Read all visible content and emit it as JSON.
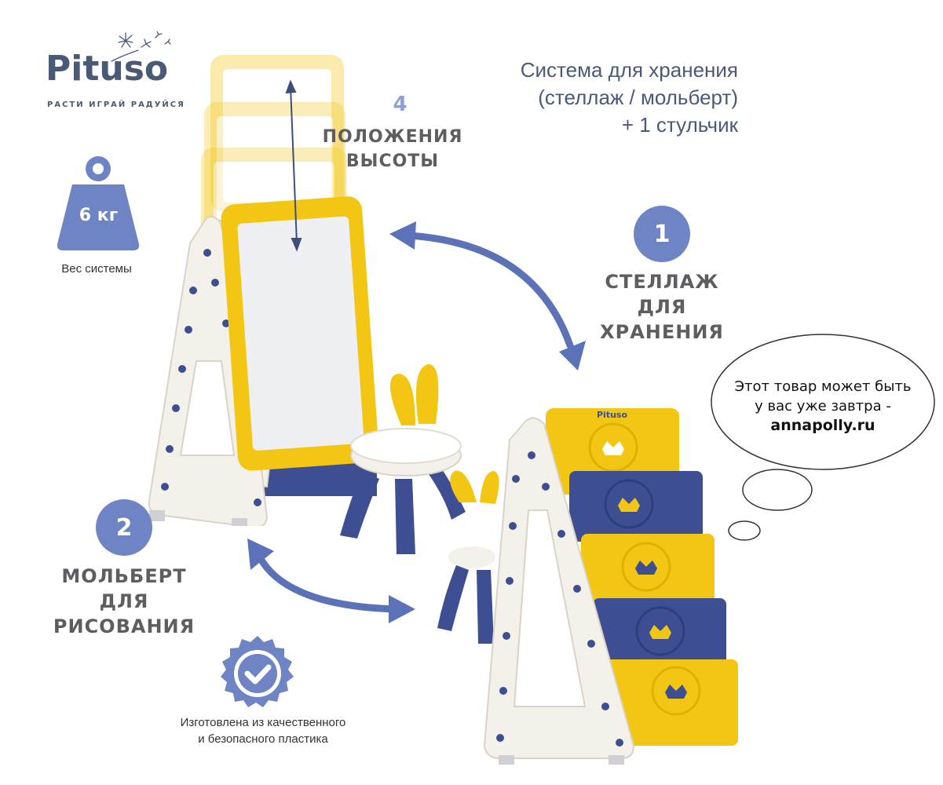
{
  "logo": {
    "wordmark": "Pituso",
    "tagline": "РАСТИ ИГРАЙ РАДУЙСЯ"
  },
  "headline": {
    "line1": "Система для хранения",
    "line2": "(стеллаж / мольберт)",
    "line3": "+ 1 стульчик"
  },
  "weight": {
    "value": "6 кг",
    "caption": "Вес системы"
  },
  "height_positions": {
    "number": "4",
    "line1": "ПОЛОЖЕНИЯ",
    "line2": "ВЫСОТЫ"
  },
  "mode_storage": {
    "number": "1",
    "line1": "СТЕЛЛАЖ",
    "line2": "ДЛЯ",
    "line3": "ХРАНЕНИЯ"
  },
  "mode_easel": {
    "number": "2",
    "line1": "МОЛЬБЕРТ",
    "line2": "ДЛЯ",
    "line3": "РИСОВАНИЯ"
  },
  "quality": {
    "line1": "Изготовлена из качественного",
    "line2": "и безопасного пластика"
  },
  "bubble": {
    "line1": "Этот товар может быть",
    "line2": "у вас уже завтра -",
    "line3": "annapolly.ru"
  },
  "product_marks": {
    "board_logo": "Pituso"
  },
  "colors": {
    "brand_text": "#4a5a76",
    "accent_blue": "#6f84c4",
    "plastic_yellow": "#f3c613",
    "plastic_navy": "#3d4f92",
    "plastic_white": "#f4f1ea",
    "label_gray": "#5e5e62"
  }
}
